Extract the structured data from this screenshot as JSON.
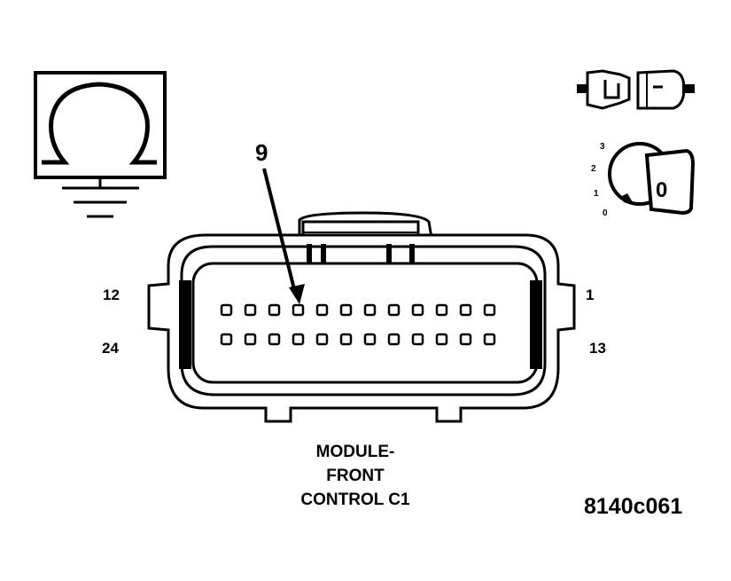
{
  "diagram": {
    "callout_pin": "9",
    "pin_labels": {
      "top_left": "12",
      "bottom_left": "24",
      "top_right": "1",
      "bottom_right": "13"
    },
    "connector_title": [
      "MODULE-",
      "FRONT",
      "CONTROL C1"
    ],
    "figure_id": "8140c061",
    "ignition_positions": [
      "3",
      "2",
      "1",
      "0"
    ],
    "key_symbol": "0",
    "icons": [
      "ohmmeter-ground-icon",
      "unplugged-connector-icon",
      "ignition-key-off-icon"
    ],
    "pin_rows": 2,
    "pins_per_row": 12
  }
}
